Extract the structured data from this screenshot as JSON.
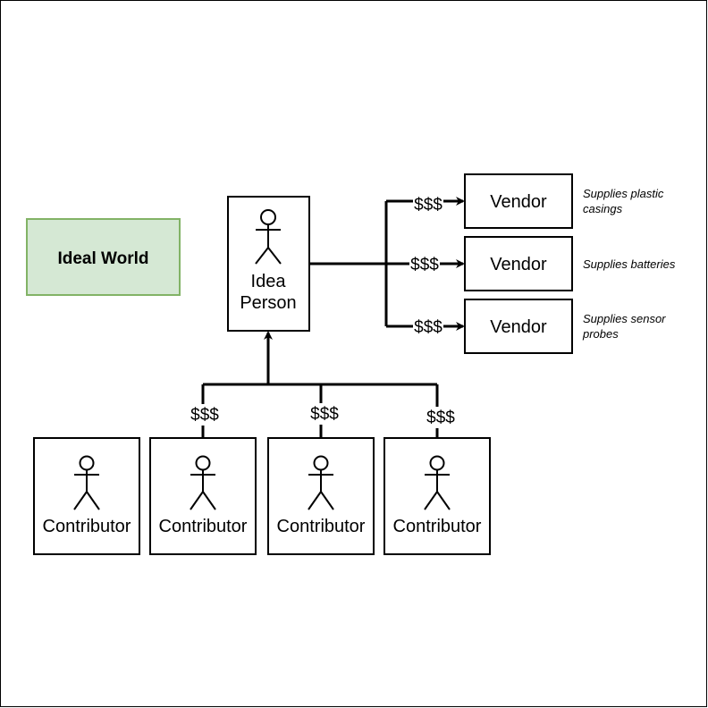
{
  "title": "Ideal World",
  "colors": {
    "title_fill": "#d5e8d4",
    "title_stroke": "#82b366",
    "line": "#000000"
  },
  "idea_person": {
    "label_line1": "Idea",
    "label_line2": "Person",
    "icon": "stick-figure-icon"
  },
  "vendors": [
    {
      "label": "Vendor",
      "payment": "$$$",
      "note_line1": "Supplies plastic",
      "note_line2": "casings"
    },
    {
      "label": "Vendor",
      "payment": "$$$",
      "note_line1": "Supplies batteries",
      "note_line2": ""
    },
    {
      "label": "Vendor",
      "payment": "$$$",
      "note_line1": "Supplies sensor",
      "note_line2": "probes"
    }
  ],
  "contributors": [
    {
      "label": "Contributor",
      "payment": "",
      "icon": "stick-figure-icon"
    },
    {
      "label": "Contributor",
      "payment": "$$$",
      "icon": "stick-figure-icon"
    },
    {
      "label": "Contributor",
      "payment": "$$$",
      "icon": "stick-figure-icon"
    },
    {
      "label": "Contributor",
      "payment": "$$$",
      "icon": "stick-figure-icon"
    }
  ]
}
